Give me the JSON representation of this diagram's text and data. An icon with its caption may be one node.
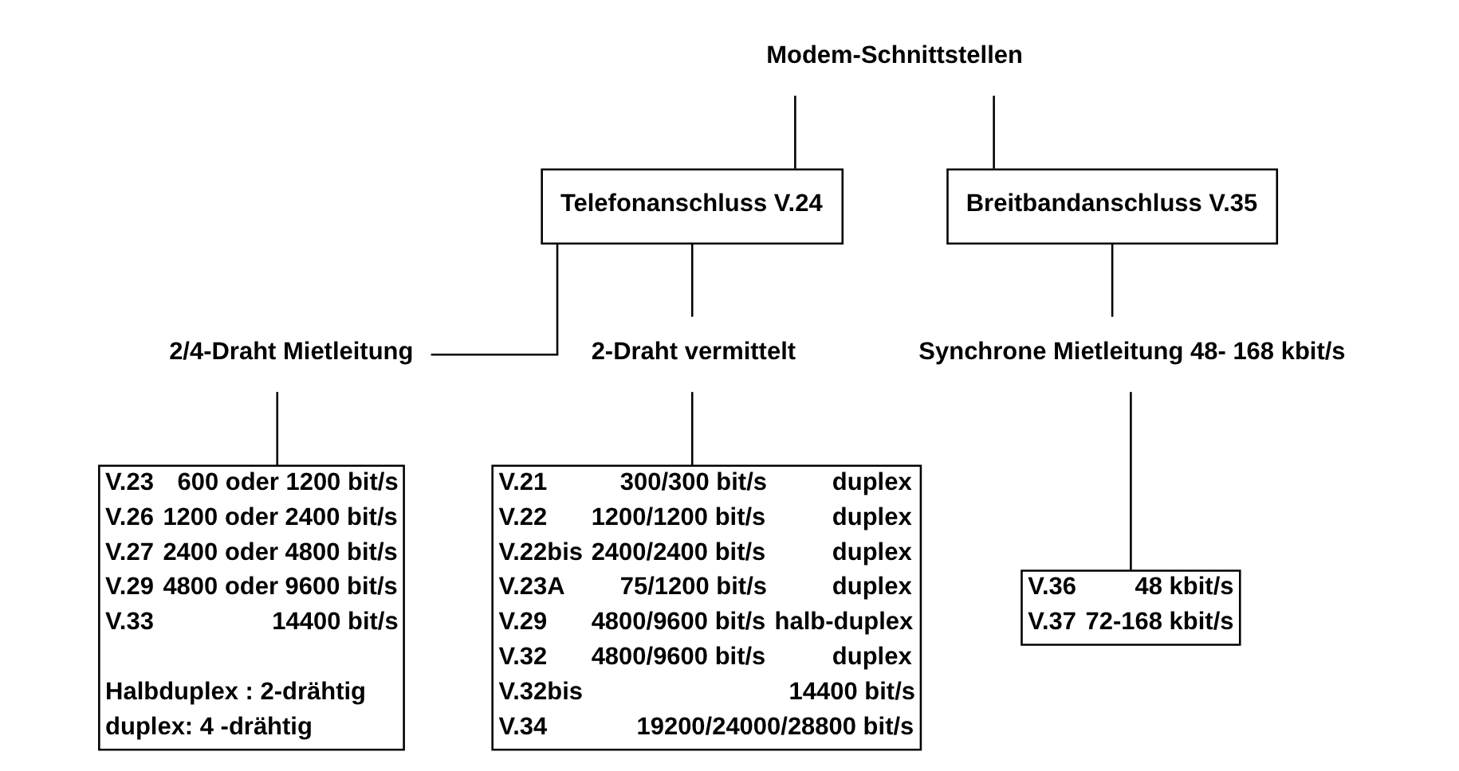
{
  "diagram": {
    "nodes": [
      {
        "text": [
          "Modem-Schnittstellen"
        ]
      },
      {
        "text": [
          "Telefonanschluss V.24"
        ]
      },
      {
        "text": [
          "Breitbandanschluss V.35"
        ]
      },
      {
        "text": [
          "2/4-Draht Mietleitung"
        ]
      },
      {
        "text": [
          "2-Draht vermittelt"
        ]
      },
      {
        "text": [
          "Synchrone Mietleitung 48- 168 kbit/s"
        ]
      },
      {
        "text": [
          "V.23",
          "600 oder 1200 bit/s",
          "V.26",
          "1200 oder 2400 bit/s",
          "V.27",
          "2400 oder 4800 bit/s",
          "V.29",
          "4800 oder 9600 bit/s",
          "V.33",
          "14400 bit/s",
          "Halbduplex : 2-drähtig",
          "duplex: 4 -drähtig"
        ]
      },
      {
        "text": [
          "V.21",
          "300/300 bit/s",
          "duplex",
          "V.22",
          "1200/1200 bit/s",
          "duplex",
          "V.22bis",
          "2400/2400 bit/s",
          "duplex",
          "V.23A",
          "75/1200 bit/s",
          "duplex",
          "V.29",
          "4800/9600 bit/s",
          "halb-duplex",
          "V.32",
          "4800/9600 bit/s",
          "duplex",
          "V.32bis",
          "14400 bit/s",
          "V.34",
          "19200/24000/28800 bit/s"
        ]
      },
      {
        "text": [
          "V.36",
          "48 kbit/s",
          "V.37",
          "72-168 kbit/s"
        ]
      }
    ],
    "edges": [
      {
        "from": 0,
        "to": 1,
        "arrow": "none"
      },
      {
        "from": 0,
        "to": 2,
        "arrow": "none"
      },
      {
        "from": 1,
        "to": 3,
        "arrow": "none"
      },
      {
        "from": 1,
        "to": 4,
        "arrow": "none"
      },
      {
        "from": 2,
        "to": 5,
        "arrow": "none"
      },
      {
        "from": 3,
        "to": 6,
        "arrow": "none"
      },
      {
        "from": 4,
        "to": 7,
        "arrow": "none"
      },
      {
        "from": 5,
        "to": 8,
        "arrow": "none"
      }
    ]
  }
}
